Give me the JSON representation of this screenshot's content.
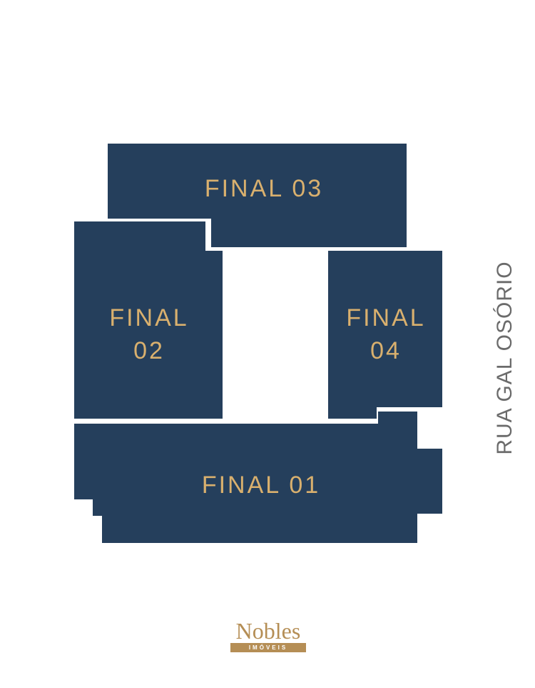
{
  "colors": {
    "unit_fill": "#253f5c",
    "label_gold": "#d9b06e",
    "street_gray": "#6b6b6b",
    "logo_gold": "#b58e55"
  },
  "units": {
    "final_03": {
      "line1": "FINAL 03"
    },
    "final_02": {
      "line1": "FINAL",
      "line2": "02"
    },
    "final_04": {
      "line1": "FINAL",
      "line2": "04"
    },
    "final_01": {
      "line1": "FINAL 01"
    }
  },
  "street": {
    "name": "RUA GAL OSÓRIO"
  },
  "logo": {
    "word": "Nobles",
    "tagline": "IMÓVEIS"
  }
}
